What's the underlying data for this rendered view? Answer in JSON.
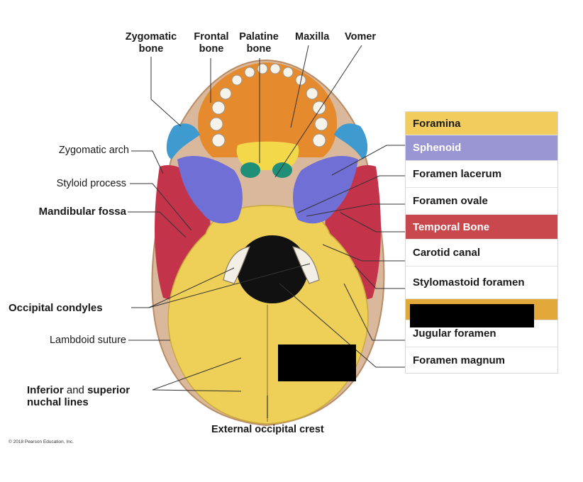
{
  "labels": {
    "zygomatic_bone": [
      "Zygomatic",
      "bone"
    ],
    "frontal_bone": [
      "Frontal",
      "bone"
    ],
    "palatine_bone": [
      "Palatine",
      "bone"
    ],
    "maxilla": "Maxilla",
    "vomer": "Vomer",
    "zygomatic_arch": "Zygomatic arch",
    "styloid_process": "Styloid process",
    "mandibular_fossa": "Mandibular fossa",
    "occipital_condyles": "Occipital condyles",
    "lambdoid_suture": "Lambdoid suture",
    "nuchal_lines": {
      "part1": "Inferior",
      "part2": " and ",
      "part3": "superior",
      "line2": "nuchal lines"
    },
    "external_occipital_crest": "External occipital crest"
  },
  "legend": [
    {
      "text": "Foramina",
      "bg": "#f2cc5c",
      "color": "#1a1a1a"
    },
    {
      "text": "Sphenoid",
      "bg": "#9a96d3",
      "color": "#ffffff"
    },
    {
      "text": "Foramen lacerum",
      "bg": "#ffffff",
      "color": "#1a1a1a"
    },
    {
      "text": "Foramen ovale",
      "bg": "#ffffff",
      "color": "#1a1a1a"
    },
    {
      "text": "Temporal Bone",
      "bg": "#c9484d",
      "color": "#ffffff"
    },
    {
      "text": "Carotid canal",
      "bg": "#ffffff",
      "color": "#1a1a1a"
    },
    {
      "text": "Stylomastoid foramen",
      "bg": "#ffffff",
      "color": "#1a1a1a"
    },
    {
      "text": "",
      "bg": "#e2a93a",
      "color": "#1a1a1a"
    },
    {
      "text": "Jugular foramen",
      "bg": "#ffffff",
      "color": "#1a1a1a"
    },
    {
      "text": "Foramen magnum",
      "bg": "#ffffff",
      "color": "#1a1a1a"
    }
  ],
  "copyright": "© 2018 Pearson Education, Inc.",
  "colors": {
    "occipital": "#eecf57",
    "temporal": "#c3334a",
    "sphenoid": "#6f6fd6",
    "maxilla": "#e68a2e",
    "palatine": "#f3d94a",
    "zygomatic": "#3f9ad0",
    "vomer_green": "#1f8f78"
  }
}
